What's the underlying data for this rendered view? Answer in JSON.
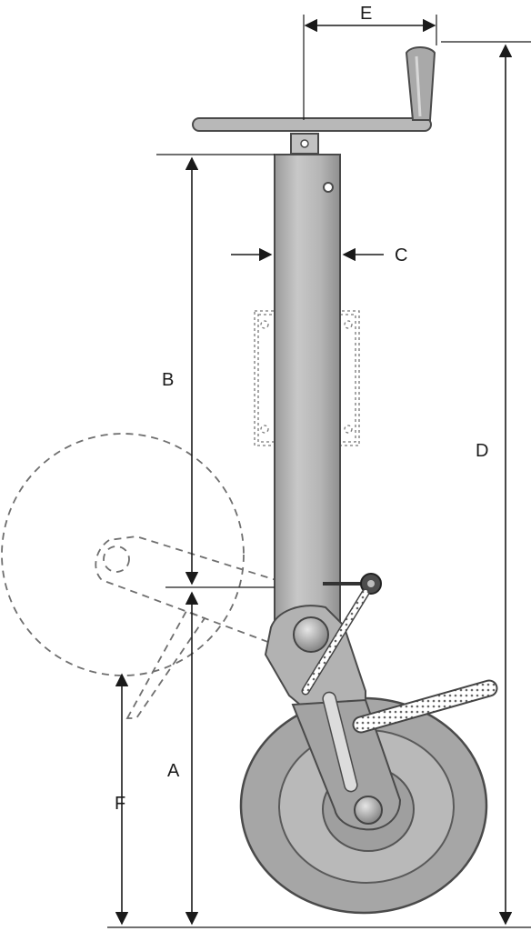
{
  "diagram": {
    "dimensions": {
      "a": "A",
      "b": "B",
      "c": "C",
      "d": "D",
      "e": "E",
      "f": "F"
    },
    "colors": {
      "metal": "#bdbdbd",
      "metal_dark": "#9e9e9e",
      "outline": "#4a4a4a",
      "tire": "#a8a8a8",
      "dimension_lines": "#1a1a1a",
      "dashed_outline": "#6f6f6f"
    }
  }
}
